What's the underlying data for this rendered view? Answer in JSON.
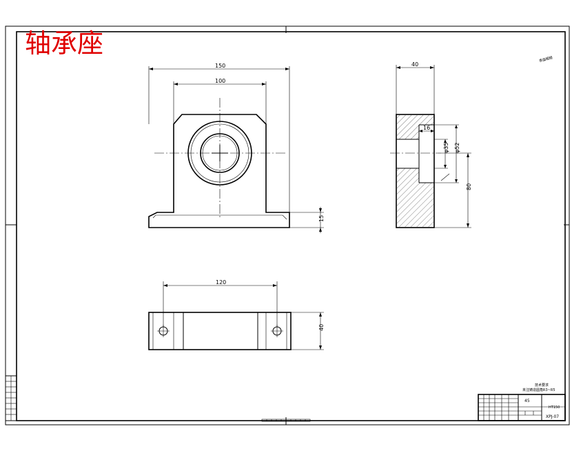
{
  "title": "轴承座",
  "corner_note": "表面粗糙",
  "dimensions": {
    "front_width": "150",
    "front_inner": "100",
    "front_base": "15",
    "side_width": "40",
    "side_step": "16",
    "side_d35": "φ35",
    "side_d52": "φ52",
    "side_height": "80",
    "top_width": "120",
    "top_depth": "40"
  },
  "title_block": {
    "scale": "45",
    "material": "HT150",
    "drawing_no": "XPJ-07",
    "note_line1": "技术要求",
    "note_line2": "未注铸造圆角R3~R5"
  },
  "colors": {
    "title": "#e00000",
    "line": "#000000",
    "background": "#ffffff"
  }
}
